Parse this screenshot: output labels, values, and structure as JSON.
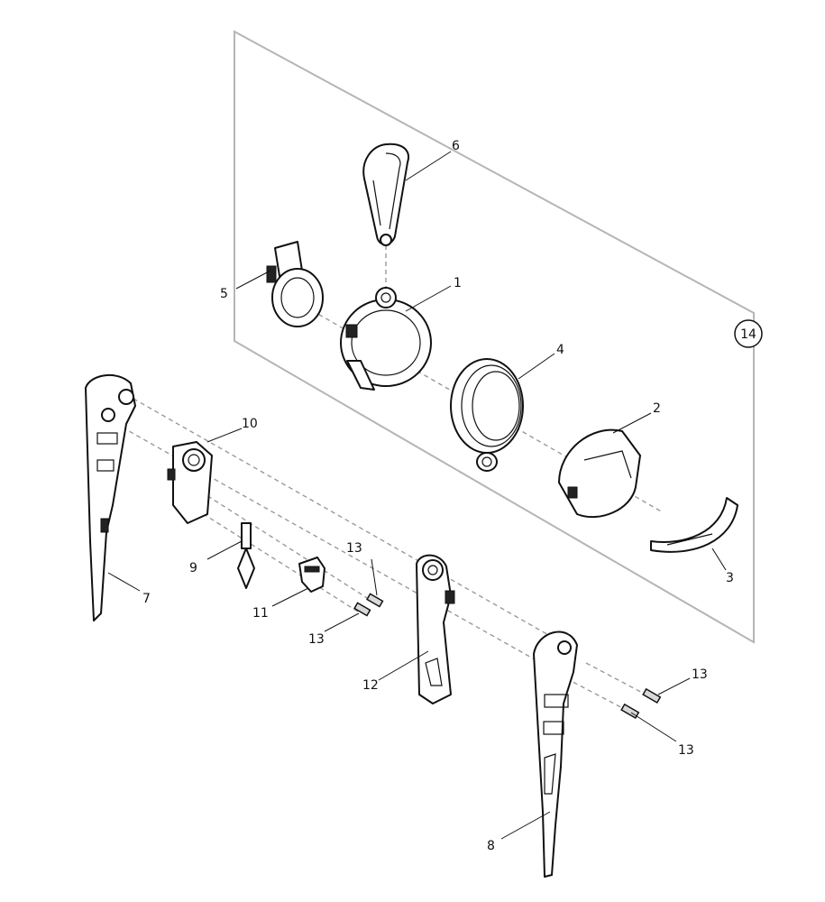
{
  "diagram": {
    "kit_label": "14",
    "callouts": {
      "p1": "1",
      "p2": "2",
      "p3": "3",
      "p4": "4",
      "p5": "5",
      "p6": "6",
      "p7": "7",
      "p8": "8",
      "p9": "9",
      "p10": "10",
      "p11": "11",
      "p12": "12",
      "p13a": "13",
      "p13b": "13",
      "p13c": "13",
      "p13d": "13"
    },
    "colors": {
      "line": "#111111",
      "assembly_box": "#b5b5b5",
      "dashed_axis": "#9a9a9a",
      "fill": "#ffffff"
    }
  }
}
